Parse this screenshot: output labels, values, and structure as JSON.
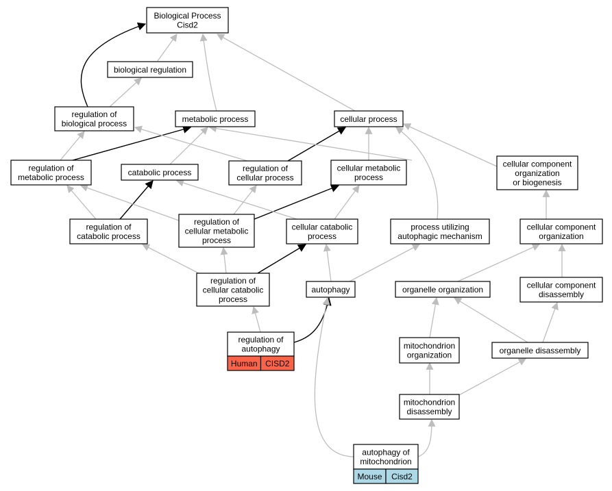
{
  "colors": {
    "human_badge": "#ff6347",
    "mouse_badge": "#add8e6",
    "edge_gray": "#bdbdbd",
    "edge_black": "#000000"
  },
  "nodes": {
    "root": [
      "Biological Process",
      "Cisd2"
    ],
    "biological_regulation": [
      "biological regulation"
    ],
    "regulation_of_biological_process": [
      "regulation of",
      "biological process"
    ],
    "metabolic_process": [
      "metabolic process"
    ],
    "cellular_process": [
      "cellular process"
    ],
    "regulation_of_metabolic_process": [
      "regulation of",
      "metabolic process"
    ],
    "catabolic_process": [
      "catabolic process"
    ],
    "regulation_of_cellular_process": [
      "regulation of",
      "cellular process"
    ],
    "cellular_metabolic_process": [
      "cellular metabolic",
      "process"
    ],
    "cellular_component_organization_or_biogenesis": [
      "cellular component",
      "organization",
      "or biogenesis"
    ],
    "regulation_of_catabolic_process": [
      "regulation of",
      "catabolic process"
    ],
    "regulation_of_cellular_metabolic_process": [
      "regulation of",
      "cellular metabolic",
      "process"
    ],
    "cellular_catabolic_process": [
      "cellular catabolic",
      "process"
    ],
    "process_utilizing_autophagic_mechanism": [
      "process utilizing",
      "autophagic mechanism"
    ],
    "cellular_component_organization": [
      "cellular component",
      "organization"
    ],
    "regulation_of_cellular_catabolic_process": [
      "regulation of",
      "cellular catabolic",
      "process"
    ],
    "autophagy": [
      "autophagy"
    ],
    "organelle_organization": [
      "organelle organization"
    ],
    "cellular_component_disassembly": [
      "cellular component",
      "disassembly"
    ],
    "regulation_of_autophagy": [
      "regulation of",
      "autophagy"
    ],
    "mitochondrion_organization": [
      "mitochondrion",
      "organization"
    ],
    "organelle_disassembly": [
      "organelle disassembly"
    ],
    "mitochondrion_disassembly": [
      "mitochondrion",
      "disassembly"
    ],
    "autophagy_of_mitochondrion": [
      "autophagy of",
      "mitochondrion"
    ]
  },
  "badges": {
    "regulation_of_autophagy": [
      "Human",
      "CISD2"
    ],
    "autophagy_of_mitochondrion": [
      "Mouse",
      "Cisd2"
    ]
  }
}
